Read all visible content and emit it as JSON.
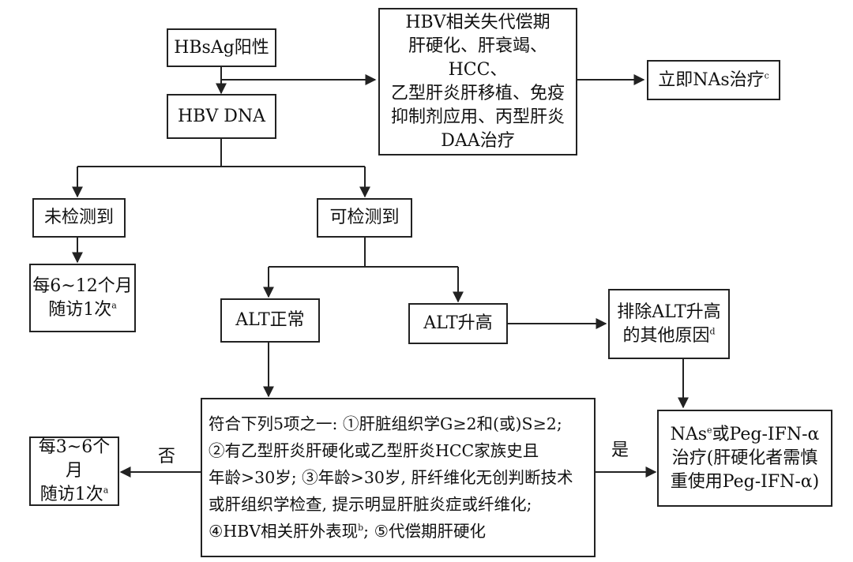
{
  "nodes": {
    "hbsag": [
      "HBsAg阳性"
    ],
    "dna": [
      "HBV DNA"
    ],
    "decomp": [
      "HBV相关失代偿期",
      "肝硬化、肝衰竭、HCC、",
      "乙型肝炎肝移植、免疫",
      "抑制剂应用、丙型肝炎",
      "DAA治疗"
    ],
    "immediate": {
      "text": "立即NAs治疗",
      "sup": "c"
    },
    "undetected": [
      "未检测到"
    ],
    "detected": [
      "可检测到"
    ],
    "followup12": {
      "line1": "每6~12个月",
      "line2": "随访1次",
      "sup": "a"
    },
    "alt_normal": [
      "ALT正常"
    ],
    "alt_high": [
      "ALT升高"
    ],
    "exclude": {
      "line1": "排除ALT升高",
      "line2": "的其他原因",
      "sup": "d"
    },
    "criteria": {
      "line1": "符合下列5项之一: ①肝脏组织学G≥2和(或)S≥2;",
      "line2": "②有乙型肝炎肝硬化或乙型肝炎HCC家族史且",
      "line3": "年龄>30岁; ③年龄>30岁, 肝纤维化无创判断技术",
      "line4": "或肝组织学检查, 提示明显肝脏炎症或纤维化;",
      "line5a": "④HBV相关肝外表现",
      "line5sup": "b",
      "line5b": "; ⑤代偿期肝硬化"
    },
    "followup6": {
      "line1": "每3~6个月",
      "line2": "随访1次",
      "sup": "a"
    },
    "treat": {
      "line1a": "NAs",
      "line1sup": "e",
      "line1b": "或Peg-IFN-α",
      "line2": "治疗(肝硬化者需慎",
      "line3": "重使用Peg-IFN-α)"
    }
  },
  "edge_labels": {
    "no": "否",
    "yes": "是"
  },
  "colors": {
    "stroke": "#222222",
    "text": "#111111",
    "background": "#ffffff"
  }
}
